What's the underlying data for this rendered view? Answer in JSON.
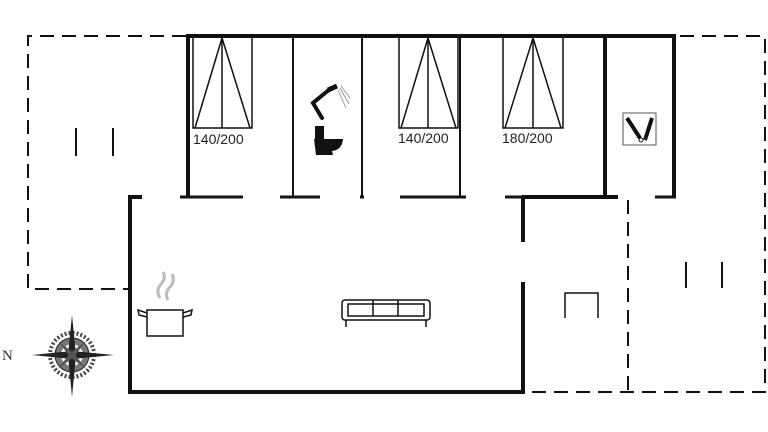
{
  "plan": {
    "bed_labels": [
      "140/200",
      "140/200",
      "180/200"
    ],
    "compass_label": "N"
  },
  "colors": {
    "wall": "#111111",
    "steam": "#bbbbbb"
  }
}
